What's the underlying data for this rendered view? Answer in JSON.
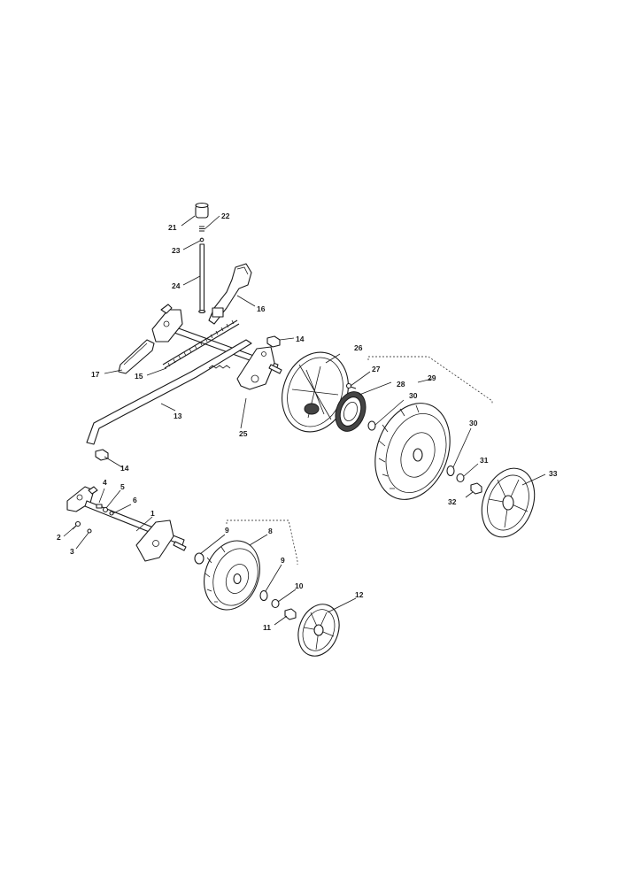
{
  "callouts": [
    {
      "id": "c21",
      "label": "21"
    },
    {
      "id": "c22",
      "label": "22"
    },
    {
      "id": "c23",
      "label": "23"
    },
    {
      "id": "c24",
      "label": "24"
    },
    {
      "id": "c16",
      "label": "16"
    },
    {
      "id": "c14a",
      "label": "14"
    },
    {
      "id": "c17",
      "label": "17"
    },
    {
      "id": "c15",
      "label": "15"
    },
    {
      "id": "c26",
      "label": "26"
    },
    {
      "id": "c27",
      "label": "27"
    },
    {
      "id": "c28",
      "label": "28"
    },
    {
      "id": "c29",
      "label": "29"
    },
    {
      "id": "c30a",
      "label": "30"
    },
    {
      "id": "c13",
      "label": "13"
    },
    {
      "id": "c25",
      "label": "25"
    },
    {
      "id": "c30b",
      "label": "30"
    },
    {
      "id": "c31",
      "label": "31"
    },
    {
      "id": "c33",
      "label": "33"
    },
    {
      "id": "c14b",
      "label": "14"
    },
    {
      "id": "c32",
      "label": "32"
    },
    {
      "id": "c4",
      "label": "4"
    },
    {
      "id": "c5",
      "label": "5"
    },
    {
      "id": "c6",
      "label": "6"
    },
    {
      "id": "c1",
      "label": "1"
    },
    {
      "id": "c2",
      "label": "2"
    },
    {
      "id": "c3",
      "label": "3"
    },
    {
      "id": "c9a",
      "label": "9"
    },
    {
      "id": "c8",
      "label": "8"
    },
    {
      "id": "c9b",
      "label": "9"
    },
    {
      "id": "c10",
      "label": "10"
    },
    {
      "id": "c12",
      "label": "12"
    },
    {
      "id": "c11",
      "label": "11"
    }
  ]
}
